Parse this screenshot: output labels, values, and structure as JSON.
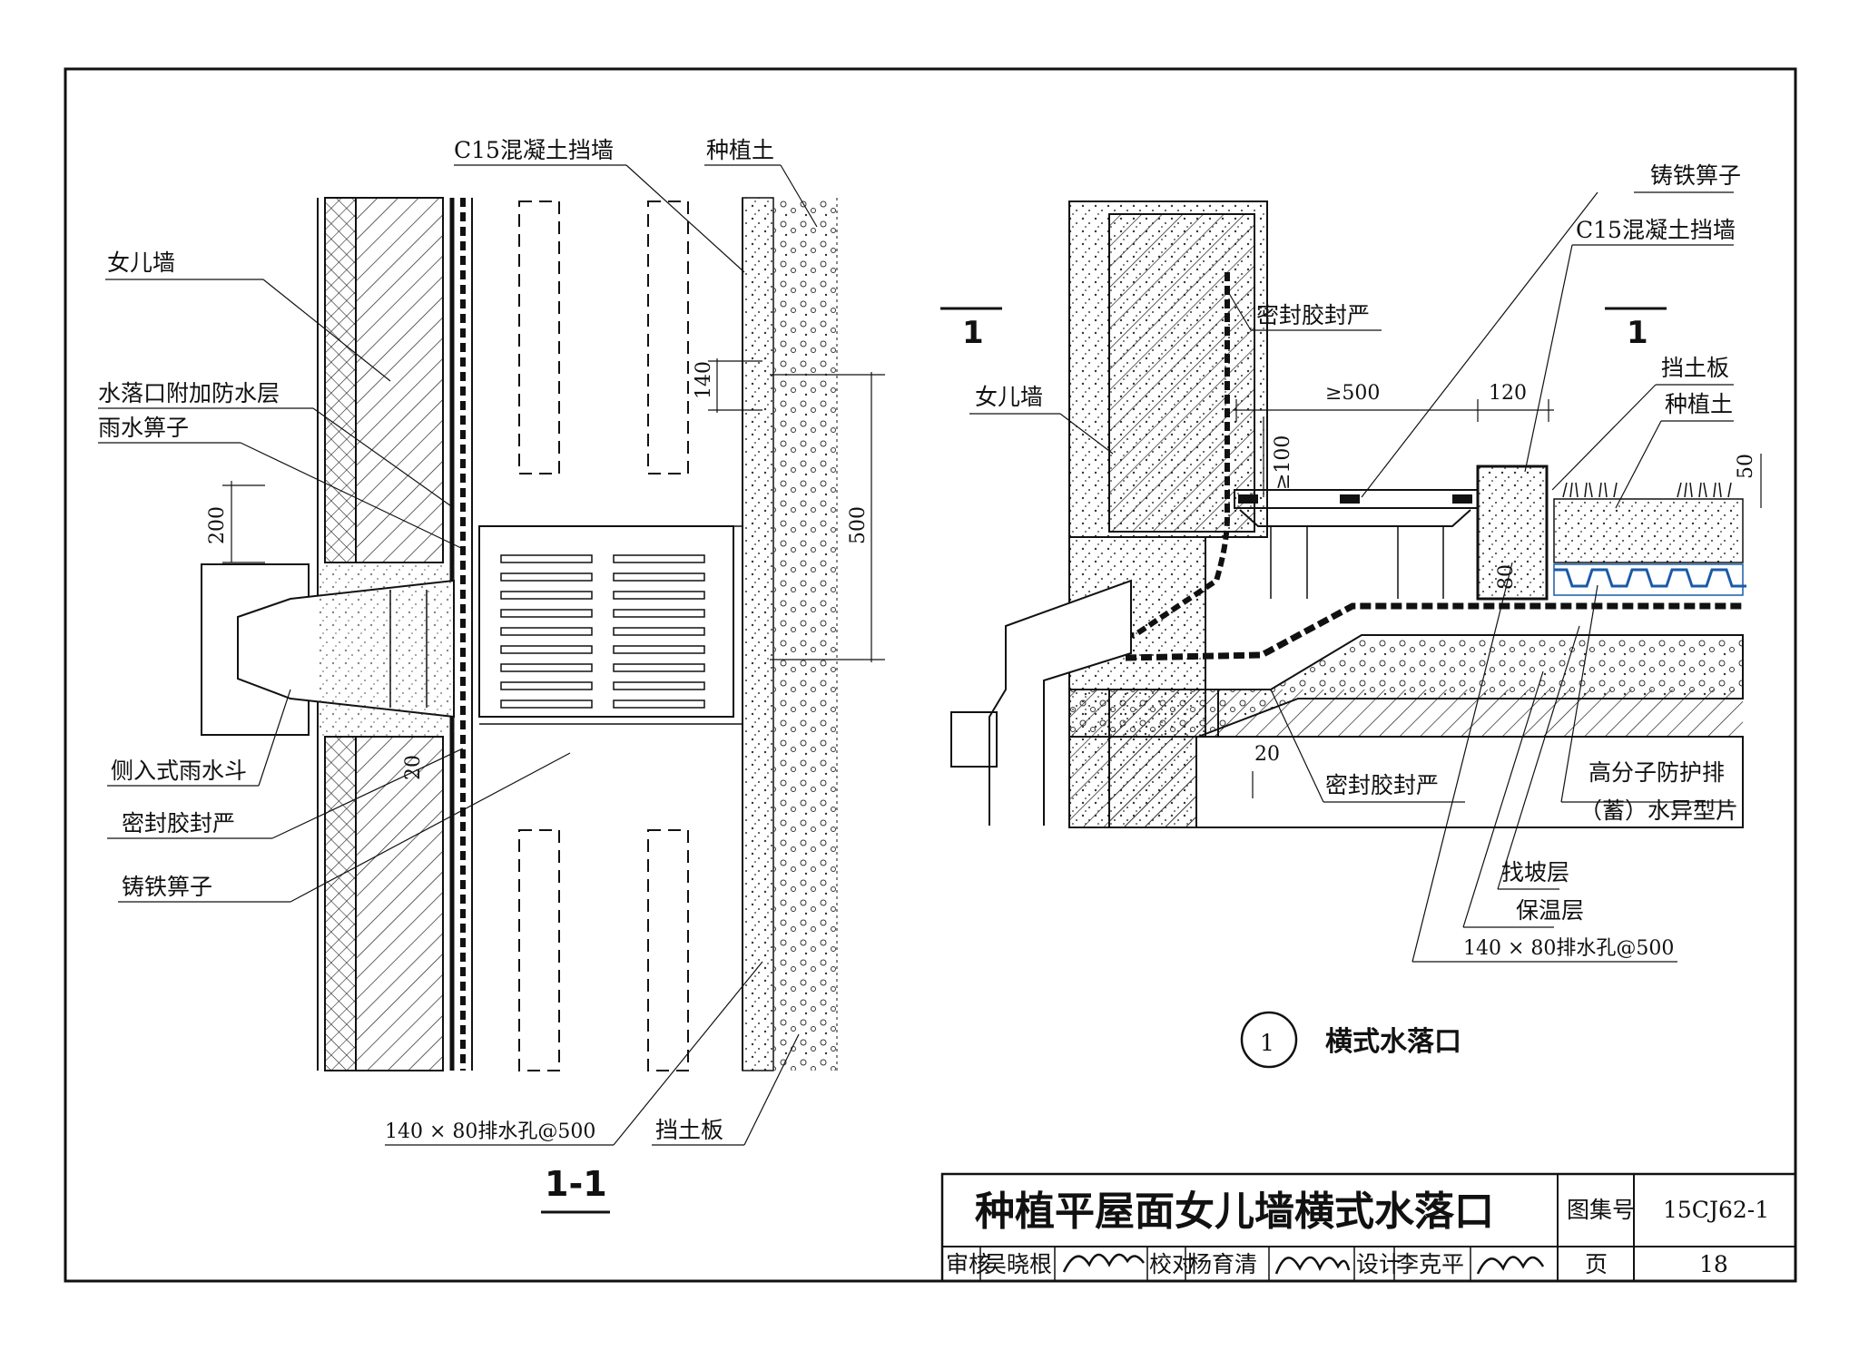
{
  "left_view": {
    "labels": {
      "c15_wall": "C15混凝土挡墙",
      "planting_soil": "种植土",
      "parapet": "女儿墙",
      "outlet_waterproof": "水落口附加防水层",
      "rain_grate": "雨水箅子",
      "side_drain": "侧入式雨水斗",
      "sealant": "密封胶封严",
      "cast_iron_grate": "铸铁箅子",
      "drain_holes": "140 × 80排水孔@500",
      "retaining_board": "挡土板"
    },
    "dims": {
      "d200": "200",
      "d140": "140",
      "d500": "500",
      "d20": "20"
    },
    "section_title": "1-1"
  },
  "right_view": {
    "labels": {
      "cast_iron_grate": "铸铁箅子",
      "c15_wall": "C15混凝土挡墙",
      "sealant_top": "密封胶封严",
      "parapet": "女儿墙",
      "retaining_board": "挡土板",
      "planting_soil": "种植土",
      "sealant_bottom": "密封胶封严",
      "drain_sheet_1": "高分子防护排",
      "drain_sheet_2": "（蓄）水异型片",
      "slope_layer": "找坡层",
      "insulation": "保温层",
      "drain_holes": "140 × 80排水孔@500"
    },
    "dims": {
      "d500": "≥500",
      "d120": "120",
      "d100": "≥100",
      "d80": "80",
      "d50": "50",
      "d20": "20"
    },
    "section_mark": "1",
    "detail_number": "1",
    "detail_title": "横式水落口"
  },
  "title_block": {
    "title": "种植平屋面女儿墙横式水落口",
    "atlas_label": "图集号",
    "atlas_no": "15CJ62-1",
    "review_label": "审核",
    "reviewer": "吴晓根",
    "check_label": "校对",
    "checker": "杨育清",
    "design_label": "设计",
    "designer": "李克平",
    "page_label": "页",
    "page_no": "18"
  },
  "colors": {
    "line": "#111111",
    "paper": "#ffffff"
  }
}
